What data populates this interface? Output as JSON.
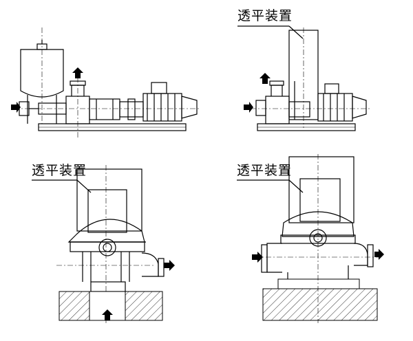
{
  "labels": {
    "top_right": "透平装置",
    "bottom_left": "透平装置",
    "bottom_right": "透平装置"
  },
  "colors": {
    "line": "#000000",
    "background": "#ffffff"
  },
  "icons": [
    "flow-arrow-icon",
    "centerline"
  ]
}
